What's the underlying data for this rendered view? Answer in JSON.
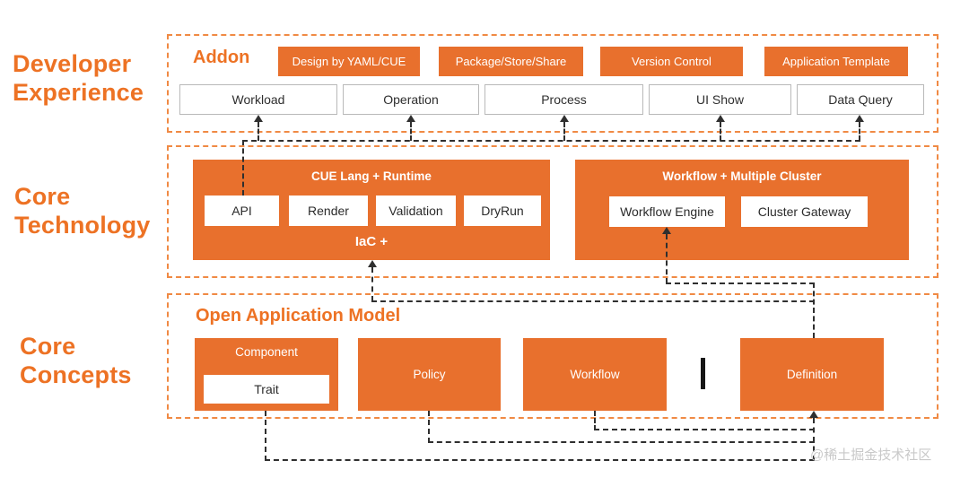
{
  "colors": {
    "orange_fill": "#E8702D",
    "orange_text": "#ED7224",
    "section_dash_orange": "#F08A44",
    "connector_black": "#2f2f2f",
    "box_border_gray": "#b9b9b9",
    "watermark_gray": "#c9c9c9"
  },
  "side_labels": {
    "developer_experience": "Developer\nExperience",
    "core_technology": "Core\nTechnology",
    "core_concepts": "Core\nConcepts"
  },
  "developer_experience": {
    "addon_label": "Addon",
    "addon_buttons": [
      {
        "label": "Design by YAML/CUE"
      },
      {
        "label": "Package/Store/Share"
      },
      {
        "label": "Version Control"
      },
      {
        "label": "Application Template"
      }
    ],
    "capability_boxes": [
      {
        "label": "Workload"
      },
      {
        "label": "Operation"
      },
      {
        "label": "Process"
      },
      {
        "label": "UI Show"
      },
      {
        "label": "Data Query"
      }
    ]
  },
  "core_technology": {
    "cue_panel": {
      "title": "CUE Lang + Runtime",
      "items": [
        "API",
        "Render",
        "Validation",
        "DryRun"
      ],
      "footer": "IaC +"
    },
    "workflow_panel": {
      "title": "Workflow + Multiple Cluster",
      "items": [
        "Workflow Engine",
        "Cluster Gateway"
      ]
    }
  },
  "core_concepts": {
    "title": "Open Application Model",
    "component": {
      "label": "Component",
      "trait_label": "Trait"
    },
    "policy_label": "Policy",
    "workflow_label": "Workflow",
    "definition_label": "Definition"
  },
  "watermark": "@稀土掘金技术社区"
}
